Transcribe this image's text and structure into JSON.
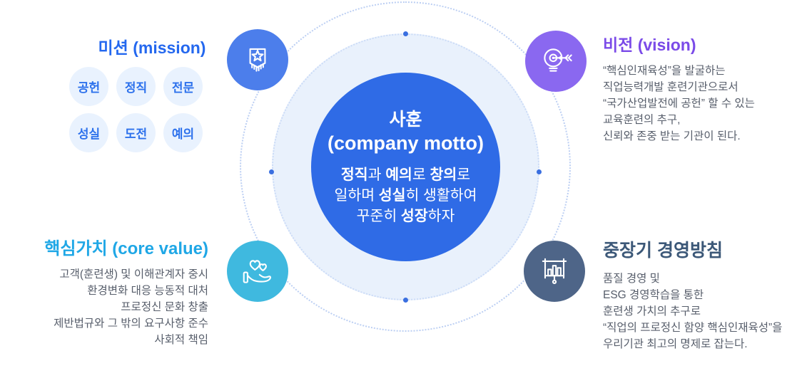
{
  "diagram": {
    "center": {
      "title": "사훈",
      "subtitle": "(company motto)",
      "motto": [
        [
          {
            "text": "정직",
            "bold": true
          },
          {
            "text": "과 "
          },
          {
            "text": "예의",
            "bold": true
          },
          {
            "text": "로 "
          },
          {
            "text": "창의",
            "bold": true
          },
          {
            "text": "로"
          }
        ],
        [
          {
            "text": "일하며 "
          },
          {
            "text": "성실",
            "bold": true
          },
          {
            "text": "히 생활하여"
          }
        ],
        [
          {
            "text": "꾸준히 "
          },
          {
            "text": "성장",
            "bold": true
          },
          {
            "text": "하자"
          }
        ]
      ]
    },
    "mission": {
      "title": "미션 (mission)",
      "values": [
        "공헌",
        "정직",
        "전문",
        "성실",
        "도전",
        "예의"
      ],
      "icon": "badge-star-icon"
    },
    "vision": {
      "title": "비전 (vision)",
      "lines": [
        "“핵심인재육성”을 발굴하는",
        "직업능력개발 훈련기관으로서",
        "“국가산업발전에 공헌” 할 수 있는",
        "교육훈련의 추구,",
        "신뢰와 존중 받는 기관이 된다."
      ],
      "icon": "lightbulb-target-icon"
    },
    "core_value": {
      "title": "핵심가치 (core value)",
      "lines": [
        "고객(훈련생) 및 이해관계자 중시",
        "환경변화 대응 능동적 대처",
        "프로정신 문화 창출",
        "제반법규와 그 밖의 요구사항 준수",
        "사회적 책임"
      ],
      "icon": "hand-hearts-icon"
    },
    "policy": {
      "title": "중장기 경영방침",
      "lines": [
        "품질 경영 및",
        "ESG 경영학습을 통한",
        "훈련생 가치의 추구로",
        "“직업의 프로정신 함양 핵심인재육성”을",
        "우리기관 최고의 명제로 잡는다."
      ],
      "icon": "presentation-chart-icon"
    },
    "colors": {
      "center_circle": "#2f6be6",
      "halo_circle": "#e9f1fc",
      "dashed_ring": "#bccff3",
      "ring_dot": "#3a6fe0",
      "mission_accent": "#2468ef",
      "mission_chip_bg": "#e9f2fe",
      "vision_accent": "#7b4be8",
      "core_value_accent": "#1fa7e6",
      "policy_accent": "#3c5878",
      "body_text": "#575e6b",
      "mission_icon_bg": "#4c7eeb",
      "vision_icon_bg": "#8a68f0",
      "core_icon_bg": "#3fb9df",
      "policy_icon_bg": "#4e6588"
    }
  }
}
